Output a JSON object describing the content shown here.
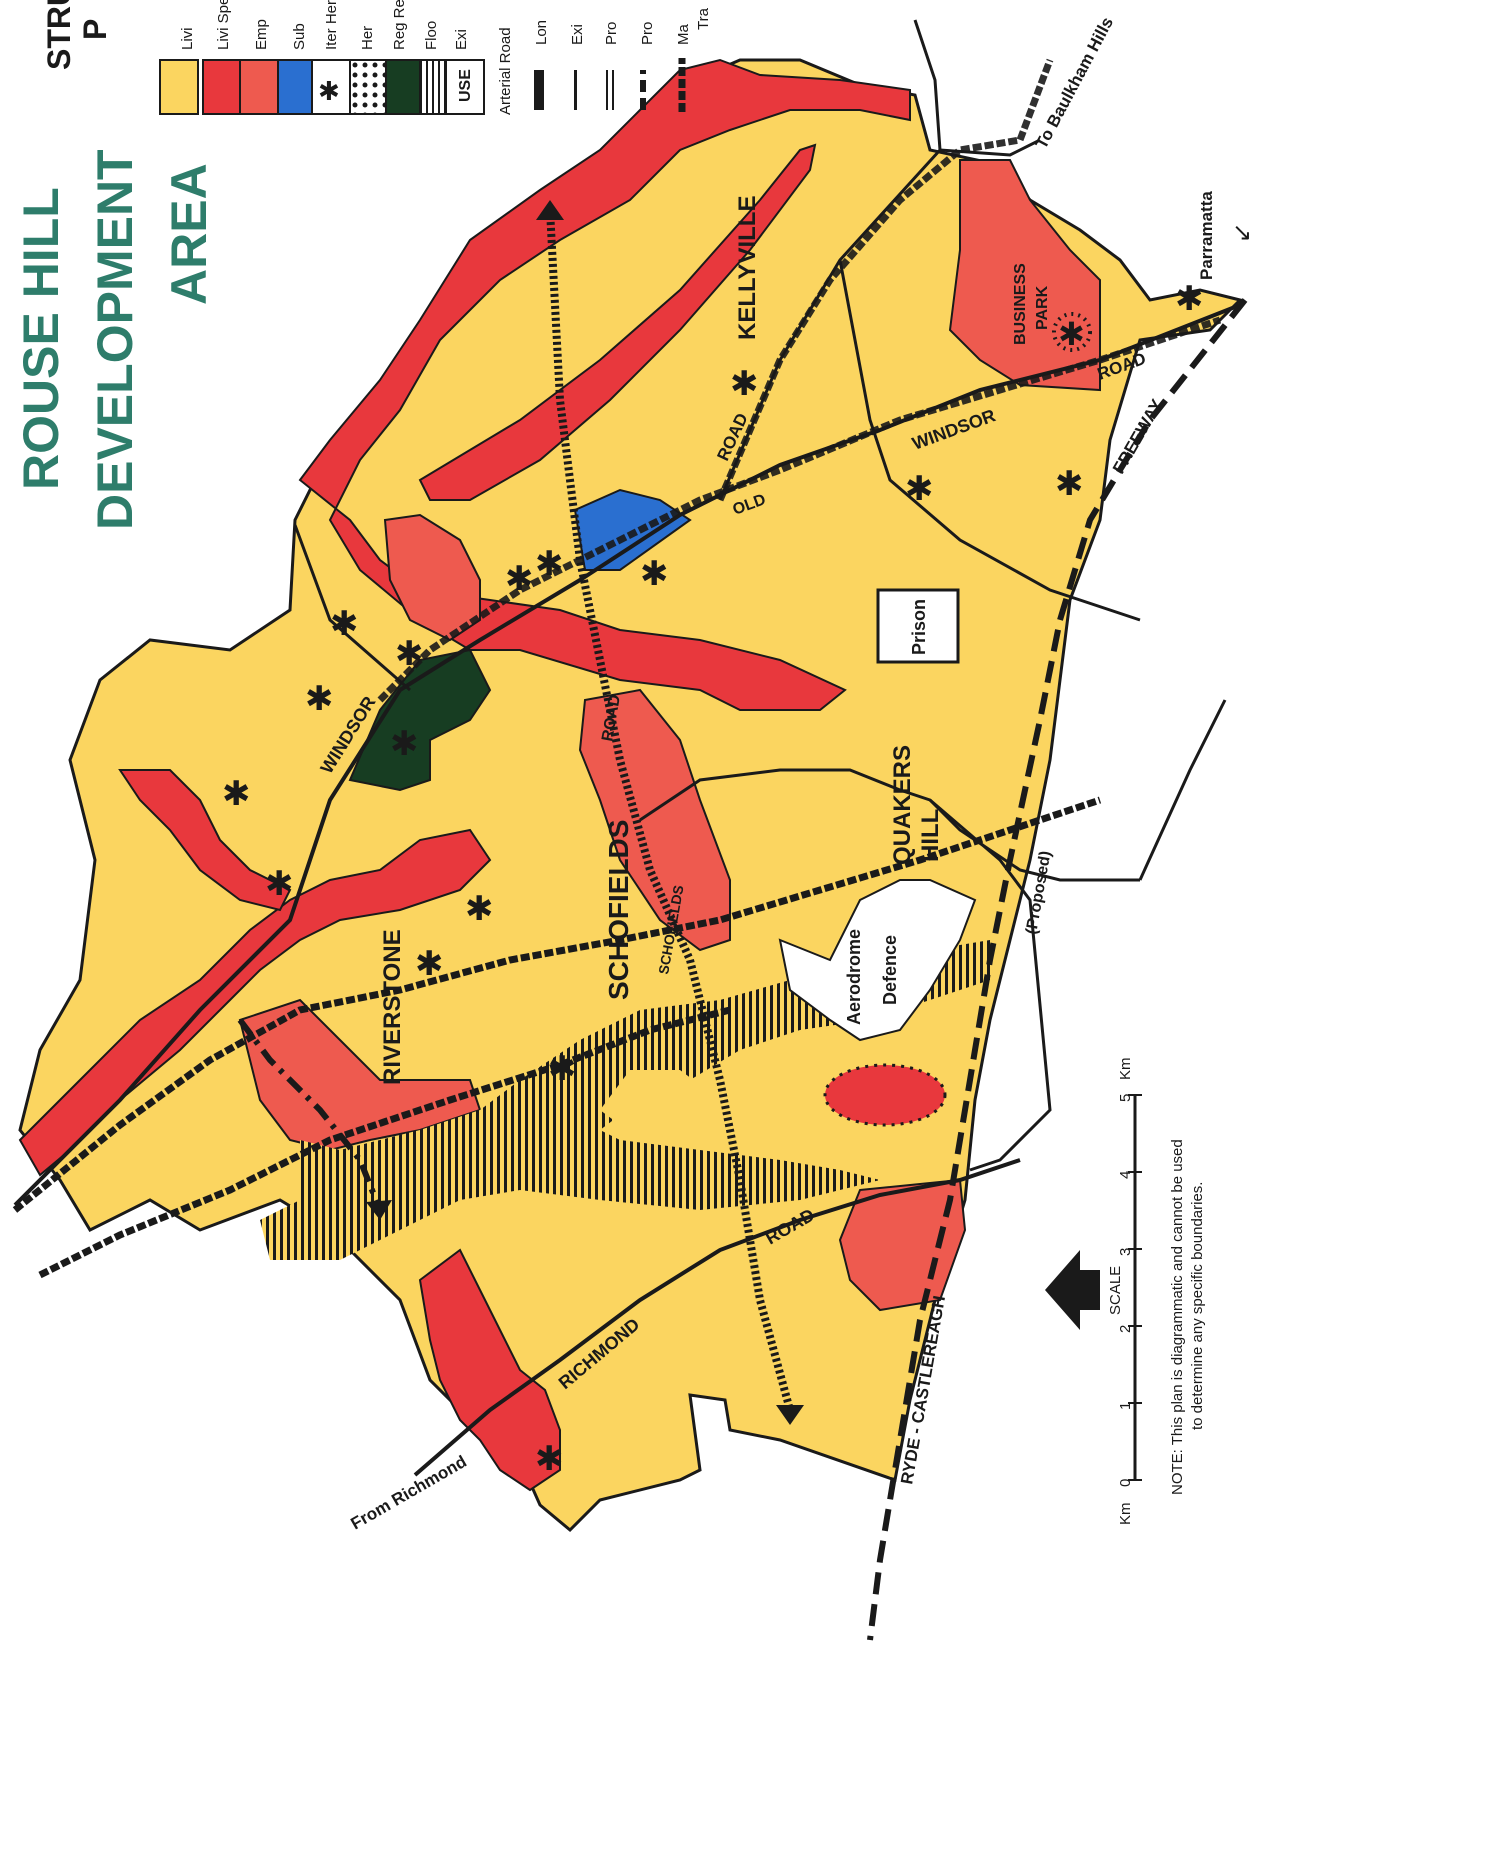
{
  "title": {
    "line1": "ROUSE HILL",
    "line2": "DEVELOPMENT",
    "line3": "AREA",
    "structure_heading_a": "STRU",
    "structure_heading_b": "P"
  },
  "legend": {
    "items": [
      {
        "label": "Livi",
        "color": "#fbd560"
      },
      {
        "label": "Livi Spe",
        "color": "#e8383d"
      },
      {
        "label": "Emp",
        "color": "#ee5a4f"
      },
      {
        "label": "Sub",
        "color": "#2a6fd0"
      },
      {
        "label": "Iter Her",
        "color": "#ffffff"
      },
      {
        "label": "Her",
        "color": "#ffffff"
      },
      {
        "label": "Reg Reg",
        "color": "#173d22"
      },
      {
        "label": "Floo",
        "color": "#ffffff"
      },
      {
        "label": "Exi",
        "color": "#ffffff"
      }
    ],
    "use_label": "USE",
    "roads_heading": "Arterial Road",
    "road_items": [
      "Lon",
      "Exi",
      "Pro",
      "Pro",
      "Ma",
      "Tra"
    ]
  },
  "labels": {
    "kellyville": "KELLYVILLE",
    "riverstone": "RIVERSTONE",
    "schofields": "SCHOFIELDS",
    "quakers_hill_1": "QUAKERS",
    "quakers_hill_2": "HILL",
    "business_park_1": "BUSINESS",
    "business_park_2": "PARK",
    "prison": "Prison",
    "aerodrome": "Aerodrome",
    "defence": "Defence",
    "proposed": "(Proposed)",
    "to_baulkham_hills": "To Baulkham Hills",
    "parramatta": "Parramatta",
    "from_richmond": "From Richmond",
    "windsor_road_1": "WINDSOR",
    "windsor_road_2": "WINDSOR",
    "road_a": "ROAD",
    "road_b": "ROAD",
    "road_c": "ROAD",
    "road_d": "ROAD",
    "old": "OLD",
    "schofields_road": "SCHOFIELDS",
    "richmond": "RICHMOND",
    "freeway": "FREEWAY",
    "ryde_castlereagh": "RYDE - CASTLEREAGH"
  },
  "scale": {
    "heading": "SCALE",
    "unit_left": "Km",
    "unit_right": "Km",
    "ticks": [
      "0",
      "1",
      "2",
      "3",
      "4",
      "5"
    ]
  },
  "note": {
    "line1": "NOTE: This plan is diagrammatic and cannot be used",
    "line2": "to determine any specific boundaries."
  },
  "colors": {
    "living": "#fbd560",
    "living_special": "#e8383d",
    "employment": "#ee5a4f",
    "sub": "#2a6fd0",
    "regional": "#173d22",
    "title": "#2e7d6b"
  }
}
